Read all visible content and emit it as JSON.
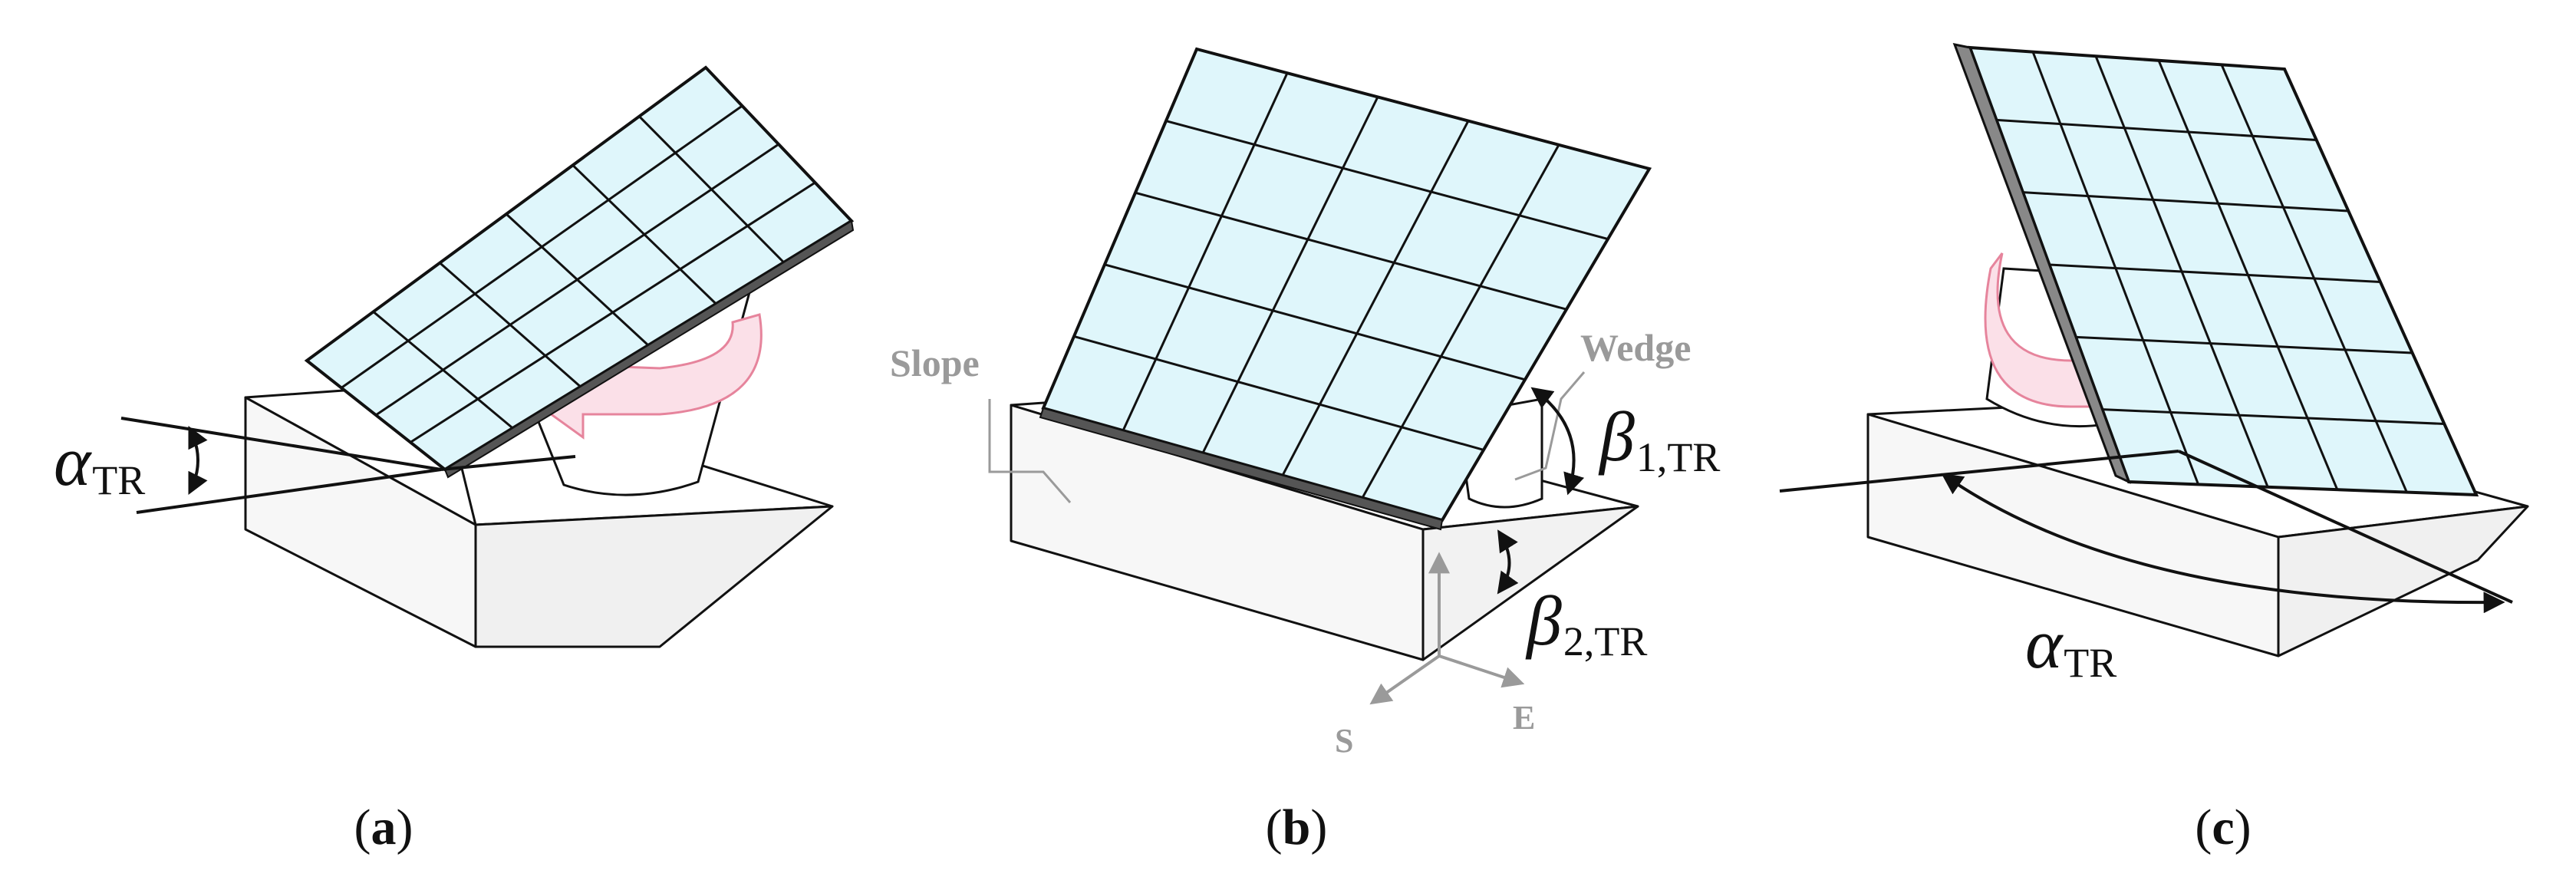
{
  "panels": [
    {
      "id": "a",
      "caption_letter": "a",
      "angle_label": {
        "symbol": "α",
        "subscript": "TR"
      }
    },
    {
      "id": "b",
      "caption_letter": "b",
      "labels": {
        "slope": "Slope",
        "wedge": "Wedge"
      },
      "angle_labels": [
        {
          "symbol": "β",
          "subscript": "1,TR"
        },
        {
          "symbol": "β",
          "subscript": "2,TR"
        }
      ],
      "axes": {
        "south": "S",
        "east": "E"
      }
    },
    {
      "id": "c",
      "caption_letter": "c",
      "angle_label": {
        "symbol": "α",
        "subscript": "TR"
      }
    }
  ],
  "colors": {
    "panel_fill": "#dff6fb",
    "cell_stroke": "#111111",
    "base_fill": "#f7f7f7",
    "arrow_fill": "#fbe0e8",
    "arrow_edge": "#e6849c",
    "label_gray": "#9a9a9a"
  },
  "icons": [
    "rotation-arrow-icon",
    "angle-arrow-icon"
  ]
}
